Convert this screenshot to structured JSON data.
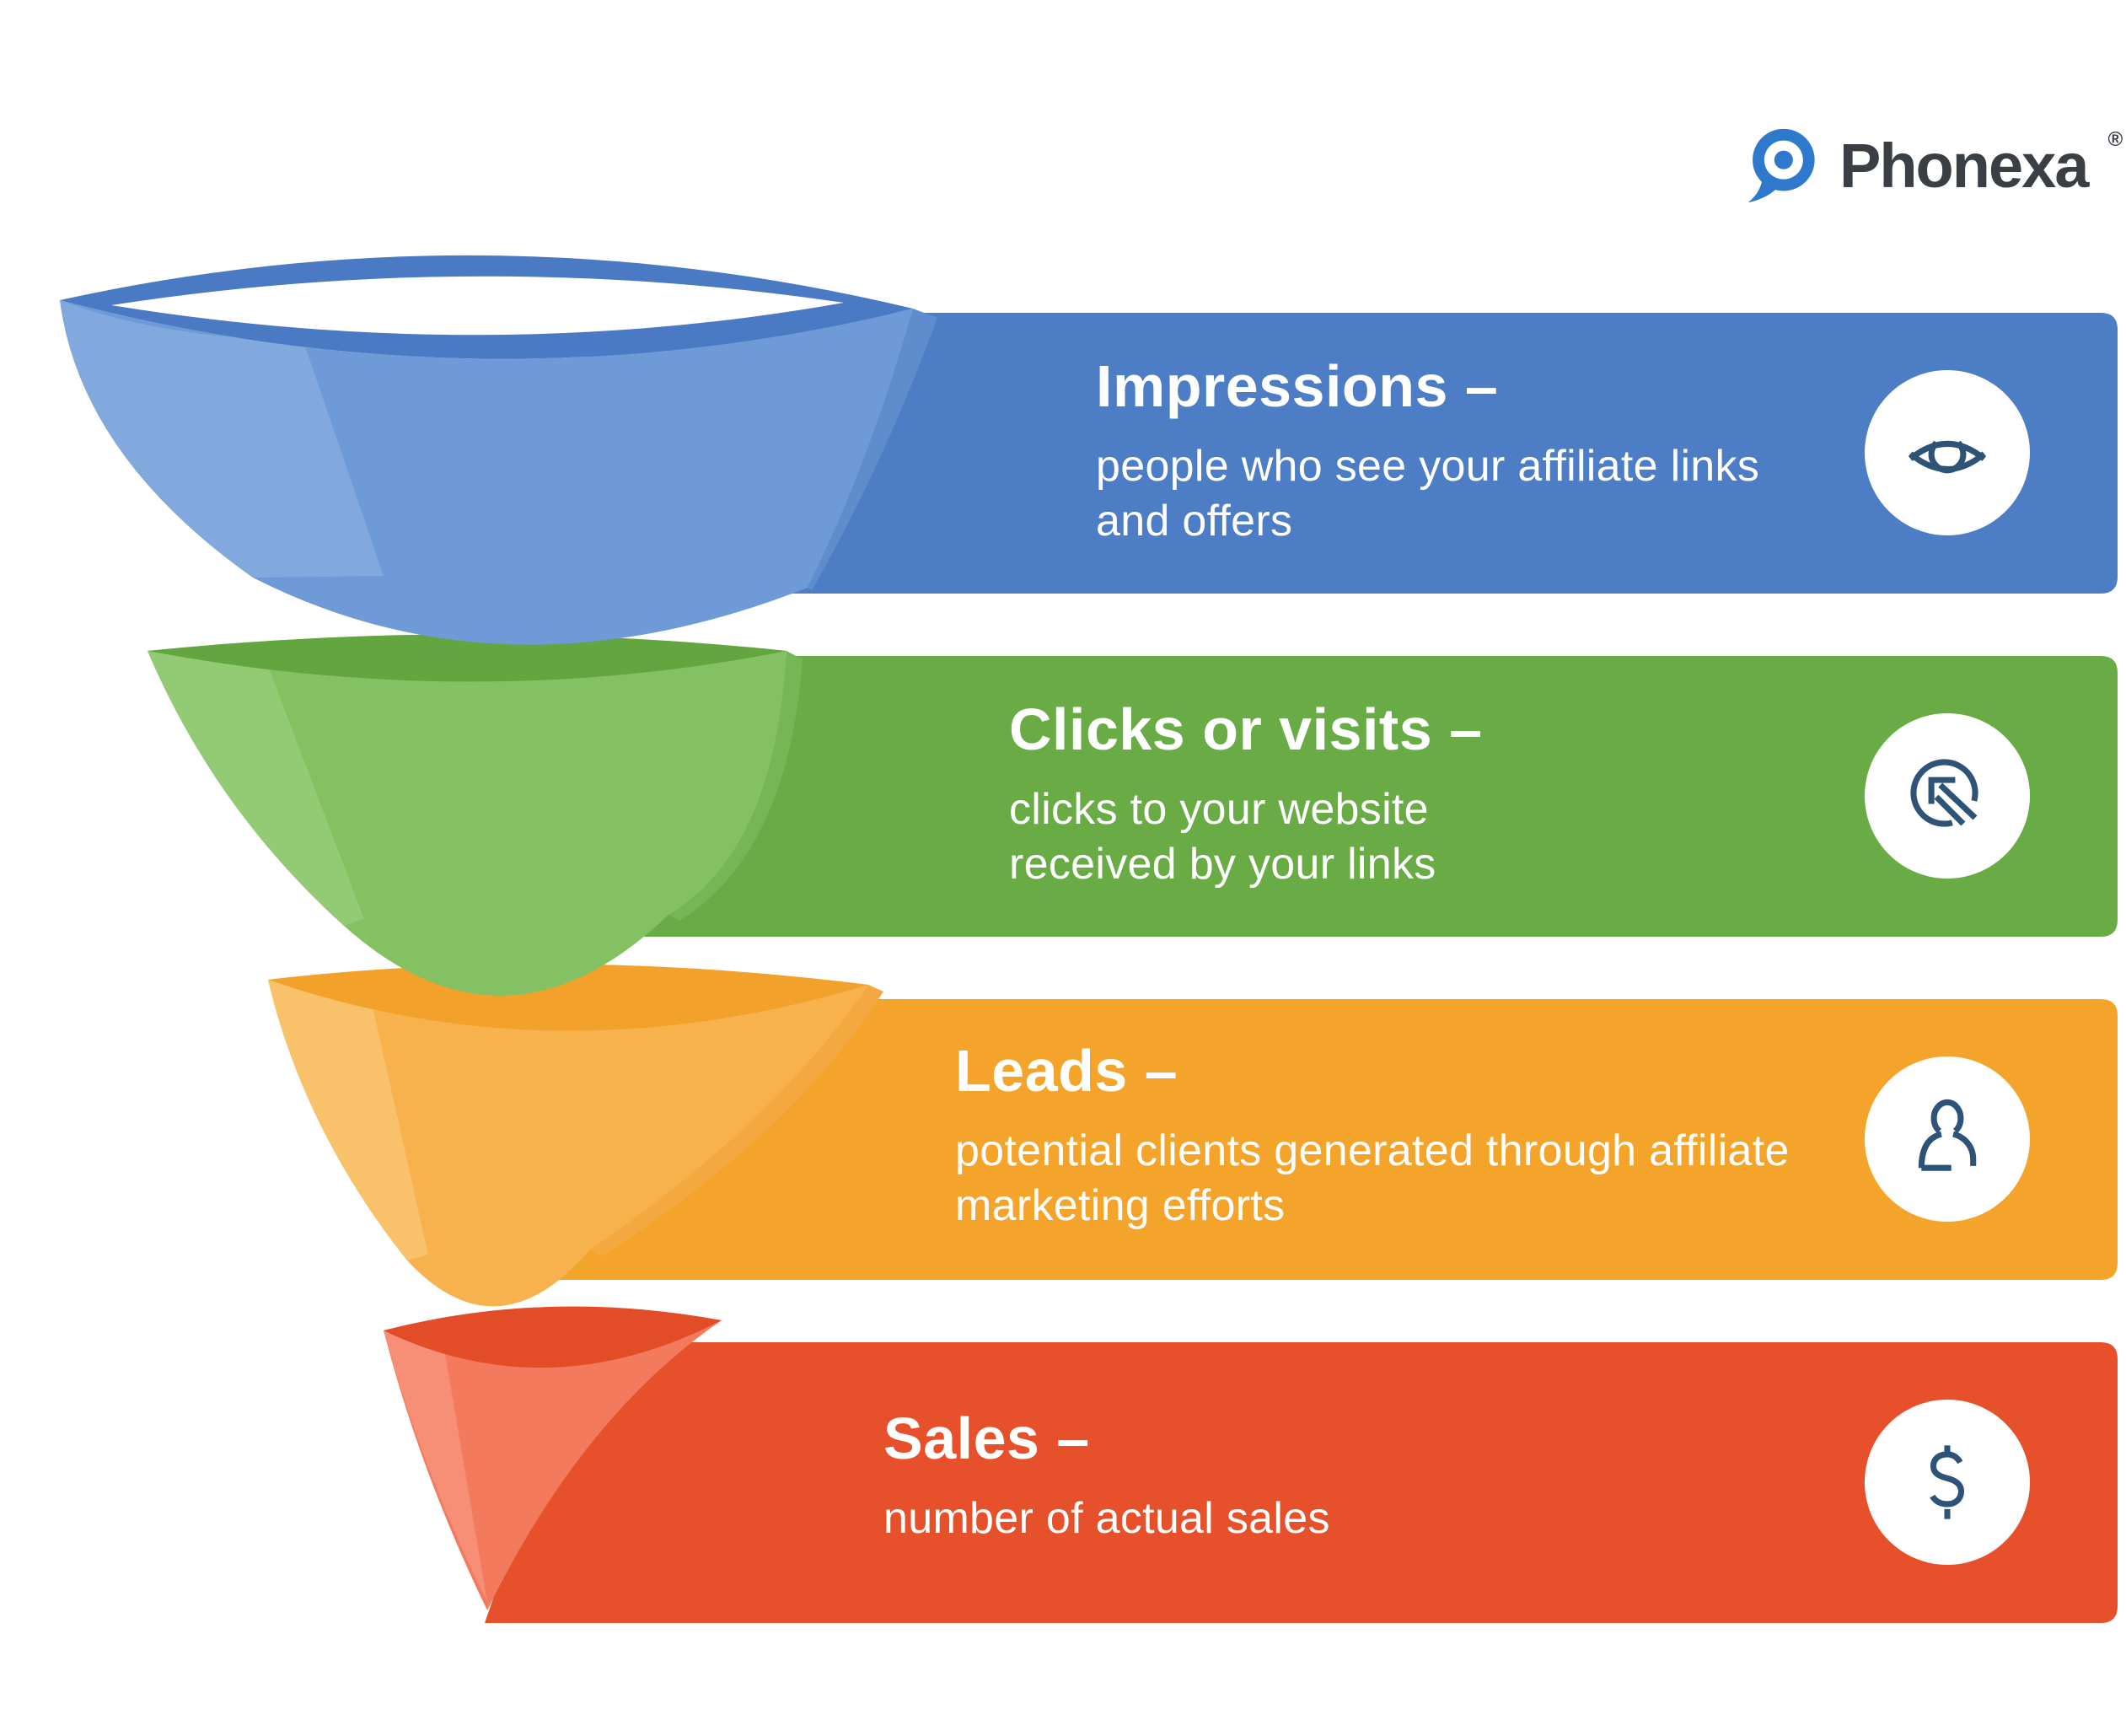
{
  "background": "#ffffff",
  "brand": {
    "name": "Phonexa",
    "registered": "®",
    "pin_color": "#2e79cc",
    "text_color": "#3a3f46"
  },
  "icon_stroke": "#2d5377",
  "funnel": {
    "stages": [
      {
        "id": "impressions",
        "title": "Impressions –",
        "description": "people who see your affiliate links and offers",
        "icon": "eye-icon",
        "colors": {
          "band": "#4d7dc5",
          "body": "#6e9bd8",
          "facet_left": "#81a9de",
          "facet_right": "#5e8ccd",
          "rim": "#4a7ac3",
          "mouth": "#ffffff"
        }
      },
      {
        "id": "clicks-or-visits",
        "title": "Clicks or visits –",
        "description": "clicks to your website received by your links",
        "icon": "cursor-click-icon",
        "colors": {
          "band": "#69ac45",
          "body": "#84c162",
          "facet_left": "#93ca74",
          "facet_right": "#77b654",
          "top": "#63a53f"
        }
      },
      {
        "id": "leads",
        "title": "Leads –",
        "description": "potential clients generated through affiliate marketing efforts",
        "icon": "person-icon",
        "colors": {
          "band": "#f5a42b",
          "body": "#f7b24e",
          "facet_left": "#f9c169",
          "facet_right": "#f3a840",
          "top": "#f2a22a"
        }
      },
      {
        "id": "sales",
        "title": "Sales –",
        "description": "number of actual sales",
        "icon": "dollar-icon",
        "colors": {
          "band": "#e6512b",
          "body": "#f37a5d",
          "facet_left": "#f78e76",
          "top": "#e24d27"
        }
      }
    ]
  }
}
